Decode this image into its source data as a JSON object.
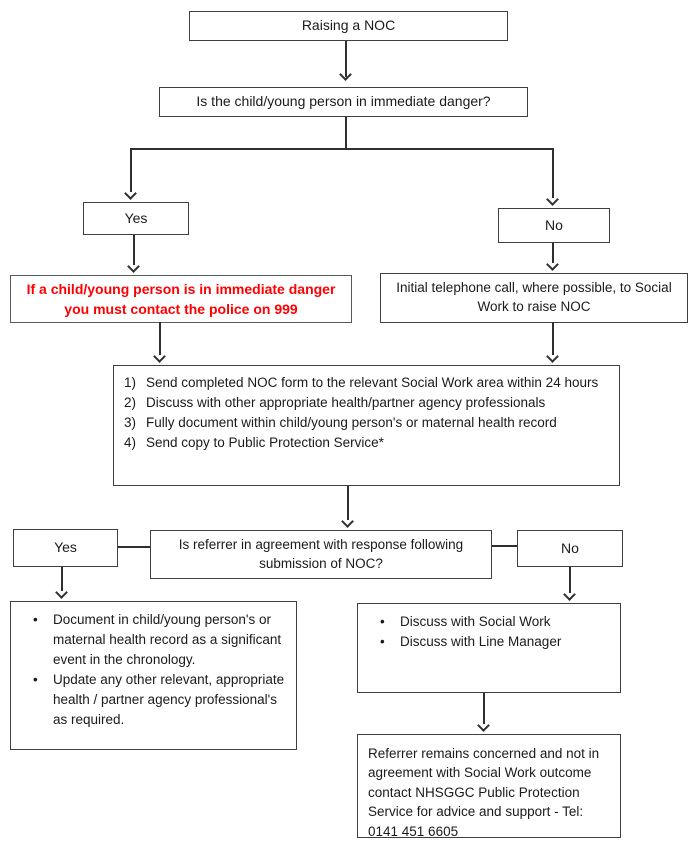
{
  "colors": {
    "danger_text": "#ff0000",
    "box_border": "#3f3f3f",
    "line": "#2f2f2f",
    "text": "#1a1a1a",
    "background": "#ffffff"
  },
  "flowchart": {
    "title": "Raising a NOC",
    "immediate_danger_question": "Is the child/young person in immediate danger?",
    "branch_immediate": {
      "yes": "Yes",
      "no": "No"
    },
    "danger_warning": "If a child/young person is in immediate danger you must contact the police on 999",
    "initial_call": "Initial telephone call, where possible, to Social Work to raise NOC",
    "noc_actions": [
      "Send completed NOC form to the relevant Social Work area within 24 hours",
      "Discuss with other appropriate health/partner agency professionals",
      "Fully document within child/young person's or maternal health record",
      "Send copy to Public Protection Service*"
    ],
    "agreement_question": "Is referrer in agreement with response following submission of NOC?",
    "branch_agreement": {
      "yes": "Yes",
      "no": "No"
    },
    "agreement_yes_actions": [
      "Document in child/young person's or maternal health record as a significant event in the chronology.",
      "Update any other relevant, appropriate health / partner agency professional's as required."
    ],
    "agreement_no_actions": [
      "Discuss with Social Work",
      "Discuss with Line Manager"
    ],
    "escalation_note": "Referrer remains concerned and not in agreement with Social Work outcome contact NHSGGC Public Protection Service for advice and support - Tel: 0141 451 6605"
  }
}
